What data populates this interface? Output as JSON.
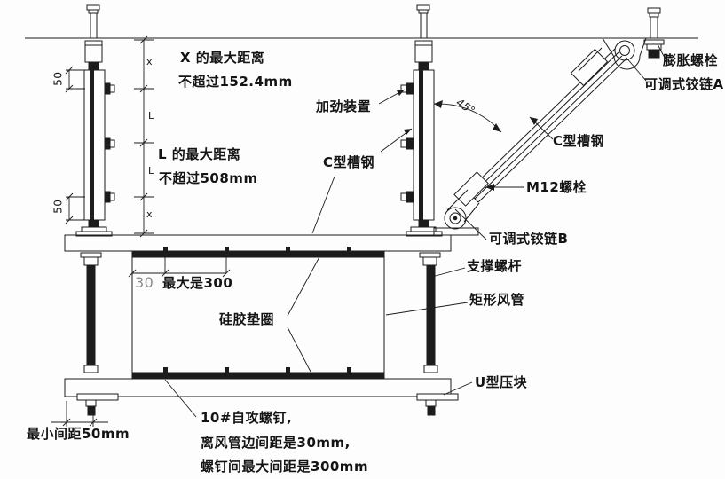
{
  "canvas": {
    "background": "#fdfdfd",
    "line_color": "#1c1c1c",
    "dim_text_color": "#141414",
    "light_dim_color": "#8d8d8d"
  },
  "labels": {
    "x_max_line1": "X 的最大距离",
    "x_max_line2": "不超过152.4mm",
    "l_max_line1": "L 的最大距离",
    "l_max_line2": "不超过508mm",
    "stiffener": "加劲装置",
    "c_channel_left": "C型槽钢",
    "c_channel_right": "C型槽钢",
    "angle_45": "45°",
    "expansion_bolt": "膨胀螺栓",
    "adjustable_hinge_a": "可调式铰链A",
    "m12_bolt": "M12螺栓",
    "adjustable_hinge_b": "可调式铰链B",
    "support_rod": "支撑螺杆",
    "rect_duct": "矩形风管",
    "silicone_gasket": "硅胶垫圈",
    "u_clamp": "U型压块",
    "dim_30": "30",
    "dim_max300": "最大是300",
    "min_spacing": "最小间距50mm",
    "screw_note_line1": "10#自攻螺钉,",
    "screw_note_line2": "离风管边间距是30mm,",
    "screw_note_line3": "螺钉间最大间距是300mm",
    "dim_50_top": "50",
    "dim_50_bottom": "50",
    "dim_x_top": "x",
    "dim_l_1": "L",
    "dim_l_2": "L",
    "dim_x_bottom": "x"
  }
}
